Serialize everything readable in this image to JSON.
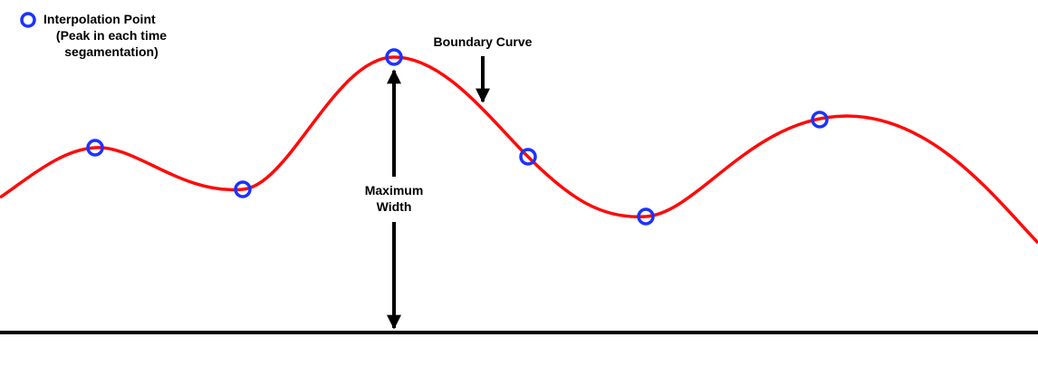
{
  "legend": {
    "marker_label_line1": "Interpolation Point",
    "marker_label_line2": "(Peak in each time",
    "marker_label_line3": "segamentation)"
  },
  "labels": {
    "boundary_curve": "Boundary Curve",
    "maximum_width_line1": "Maximum",
    "maximum_width_line2": "Width"
  },
  "colors": {
    "curve": "#ff0a0a",
    "marker": "#1a33ff",
    "baseline": "#000000"
  }
}
